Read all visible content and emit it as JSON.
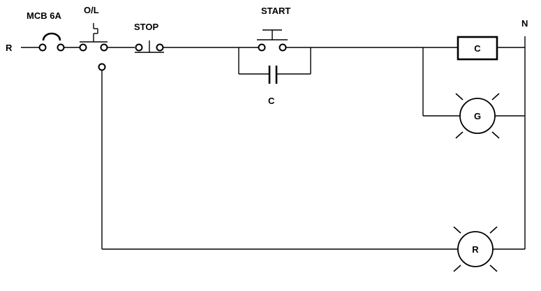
{
  "diagram": {
    "line_label": "R",
    "neutral_label": "N",
    "mcb_label": "MCB 6A",
    "overload_label": "O/L",
    "stop_label": "STOP",
    "start_label": "START",
    "holding_contact_label": "C",
    "contactor_coil_label": "C",
    "green_lamp_label": "G",
    "red_lamp_label": "R"
  },
  "colors": {
    "line": "#000000",
    "background": "#ffffff"
  }
}
